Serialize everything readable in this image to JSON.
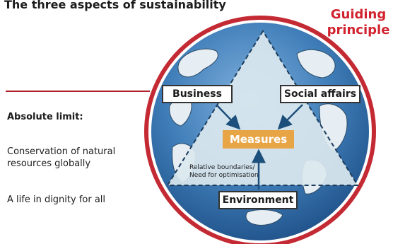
{
  "title": "The three aspects of sustainability",
  "guiding_principle": "Guiding principle",
  "absolute_limit": {
    "label": "Absolute limit:",
    "items": [
      "Conservation of natural resources globally",
      "A life in dignity for all"
    ]
  },
  "diagram": {
    "nodes": {
      "business": "Business",
      "social_affairs": "Social affairs",
      "environment": "Environment",
      "measures": "Measures"
    },
    "relative_boundaries": "Relative boundaries/ Need for optimisation"
  },
  "colors": {
    "accent_red": "#d1232f",
    "rule_red": "#b0222a",
    "measures_orange": "#e8a545",
    "arrow_blue": "#1c4f7c",
    "globe_ocean": "#3f7db8",
    "triangle_fill": "#dbe8ef"
  }
}
